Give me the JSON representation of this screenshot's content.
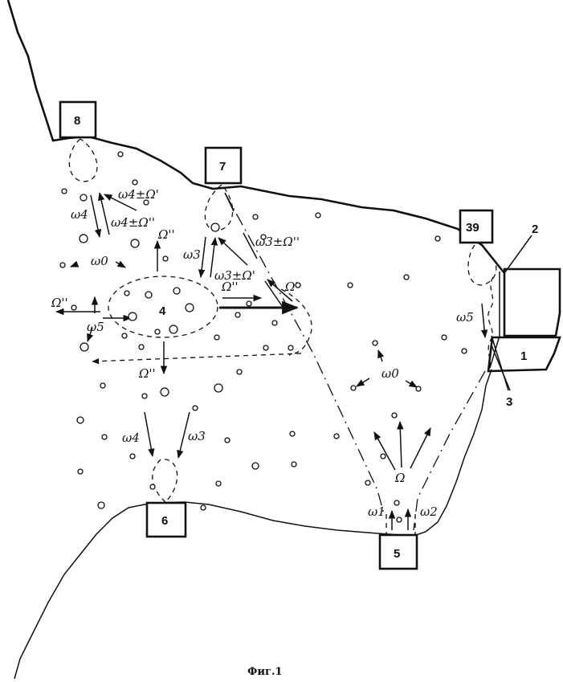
{
  "figure": {
    "caption": "Фиг.1",
    "blocks": {
      "b8": "8",
      "b7": "7",
      "b39": "39",
      "b6": "6",
      "b5": "5",
      "b1": "1"
    },
    "callouts": {
      "c2": "2",
      "c3": "3",
      "zone4": "4"
    },
    "labels": {
      "w4_top": "ω4",
      "w4_plus_O1": "ω4±Ω'",
      "w4_plus_O2": "ω4±Ω''",
      "O2_up": "Ω''",
      "w3_top": "ω3",
      "w3_plus_O1": "ω3±Ω'",
      "w3_plus_O2": "ω3±Ω''",
      "O1_right": "Ω'",
      "O2_mid": "Ω''",
      "w0_left": "ω0",
      "O2_left": "Ω''",
      "w5_left": "ω5",
      "O2_down": "Ω''",
      "w4_bottom": "ω4",
      "w3_bottom": "ω3",
      "w0_right": "ω0",
      "Omega": "Ω",
      "w1": "ω1",
      "w2": "ω2",
      "w5_right": "ω5"
    }
  }
}
